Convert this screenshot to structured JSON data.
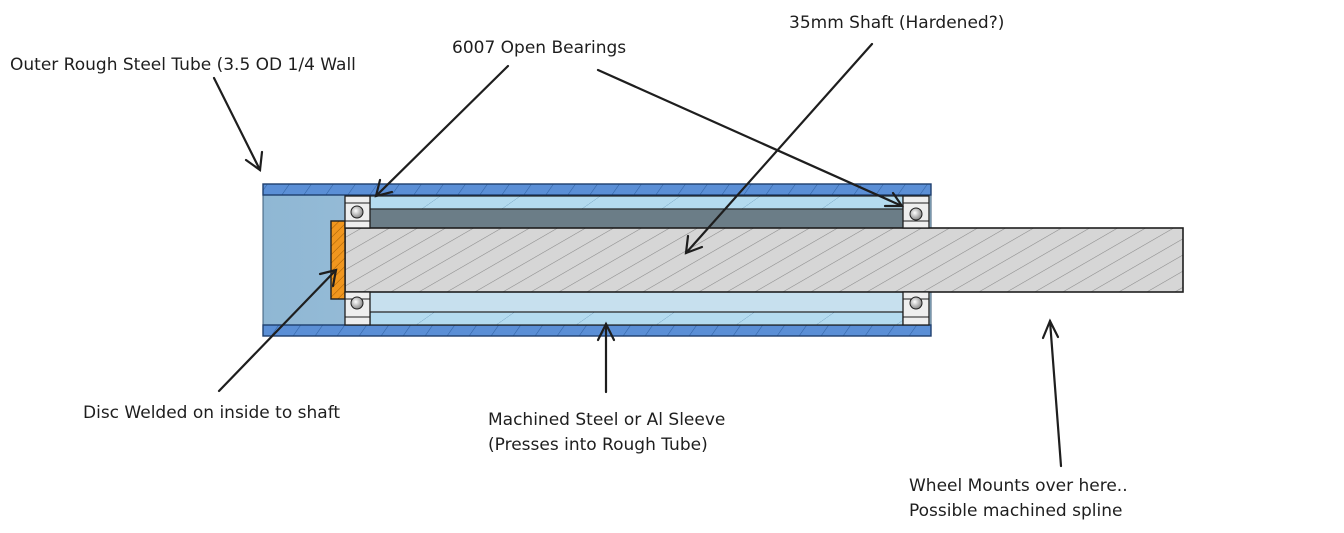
{
  "labels": {
    "outer_tube": "Outer Rough Steel Tube (3.5 OD 1/4 Wall",
    "bearings": "6007 Open Bearings",
    "shaft": "35mm Shaft (Hardened?)",
    "disc": "Disc Welded on inside to shaft",
    "sleeve_line1": "Machined Steel or Al Sleeve",
    "sleeve_line2": "(Presses into Rough Tube)",
    "wheel_line1": "Wheel Mounts over here..",
    "wheel_line2": "Possible machined spline"
  },
  "colors": {
    "outer_tube_fill": "#5b8fd6",
    "tube_interior": "#9fc4dc",
    "sleeve_fill": "#a9d3ea",
    "bearing_gap": "#6b7d87",
    "shaft_fill": "#d2d2d2",
    "disc_fill": "#f0961e",
    "outline": "#1e1e1e"
  }
}
